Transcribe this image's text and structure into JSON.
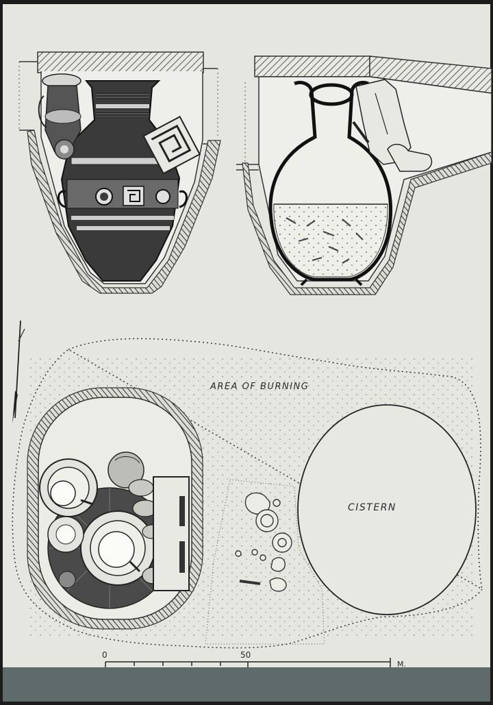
{
  "labels": {
    "area_of_burning": "AREA OF BURNING",
    "cistern": "CISTERN"
  },
  "scale_bar": {
    "start": "0",
    "middle": "50",
    "unit": "M."
  },
  "colors": {
    "paper": "#e6e6e1",
    "ink": "#222222",
    "mount": "#5f6b6b"
  }
}
